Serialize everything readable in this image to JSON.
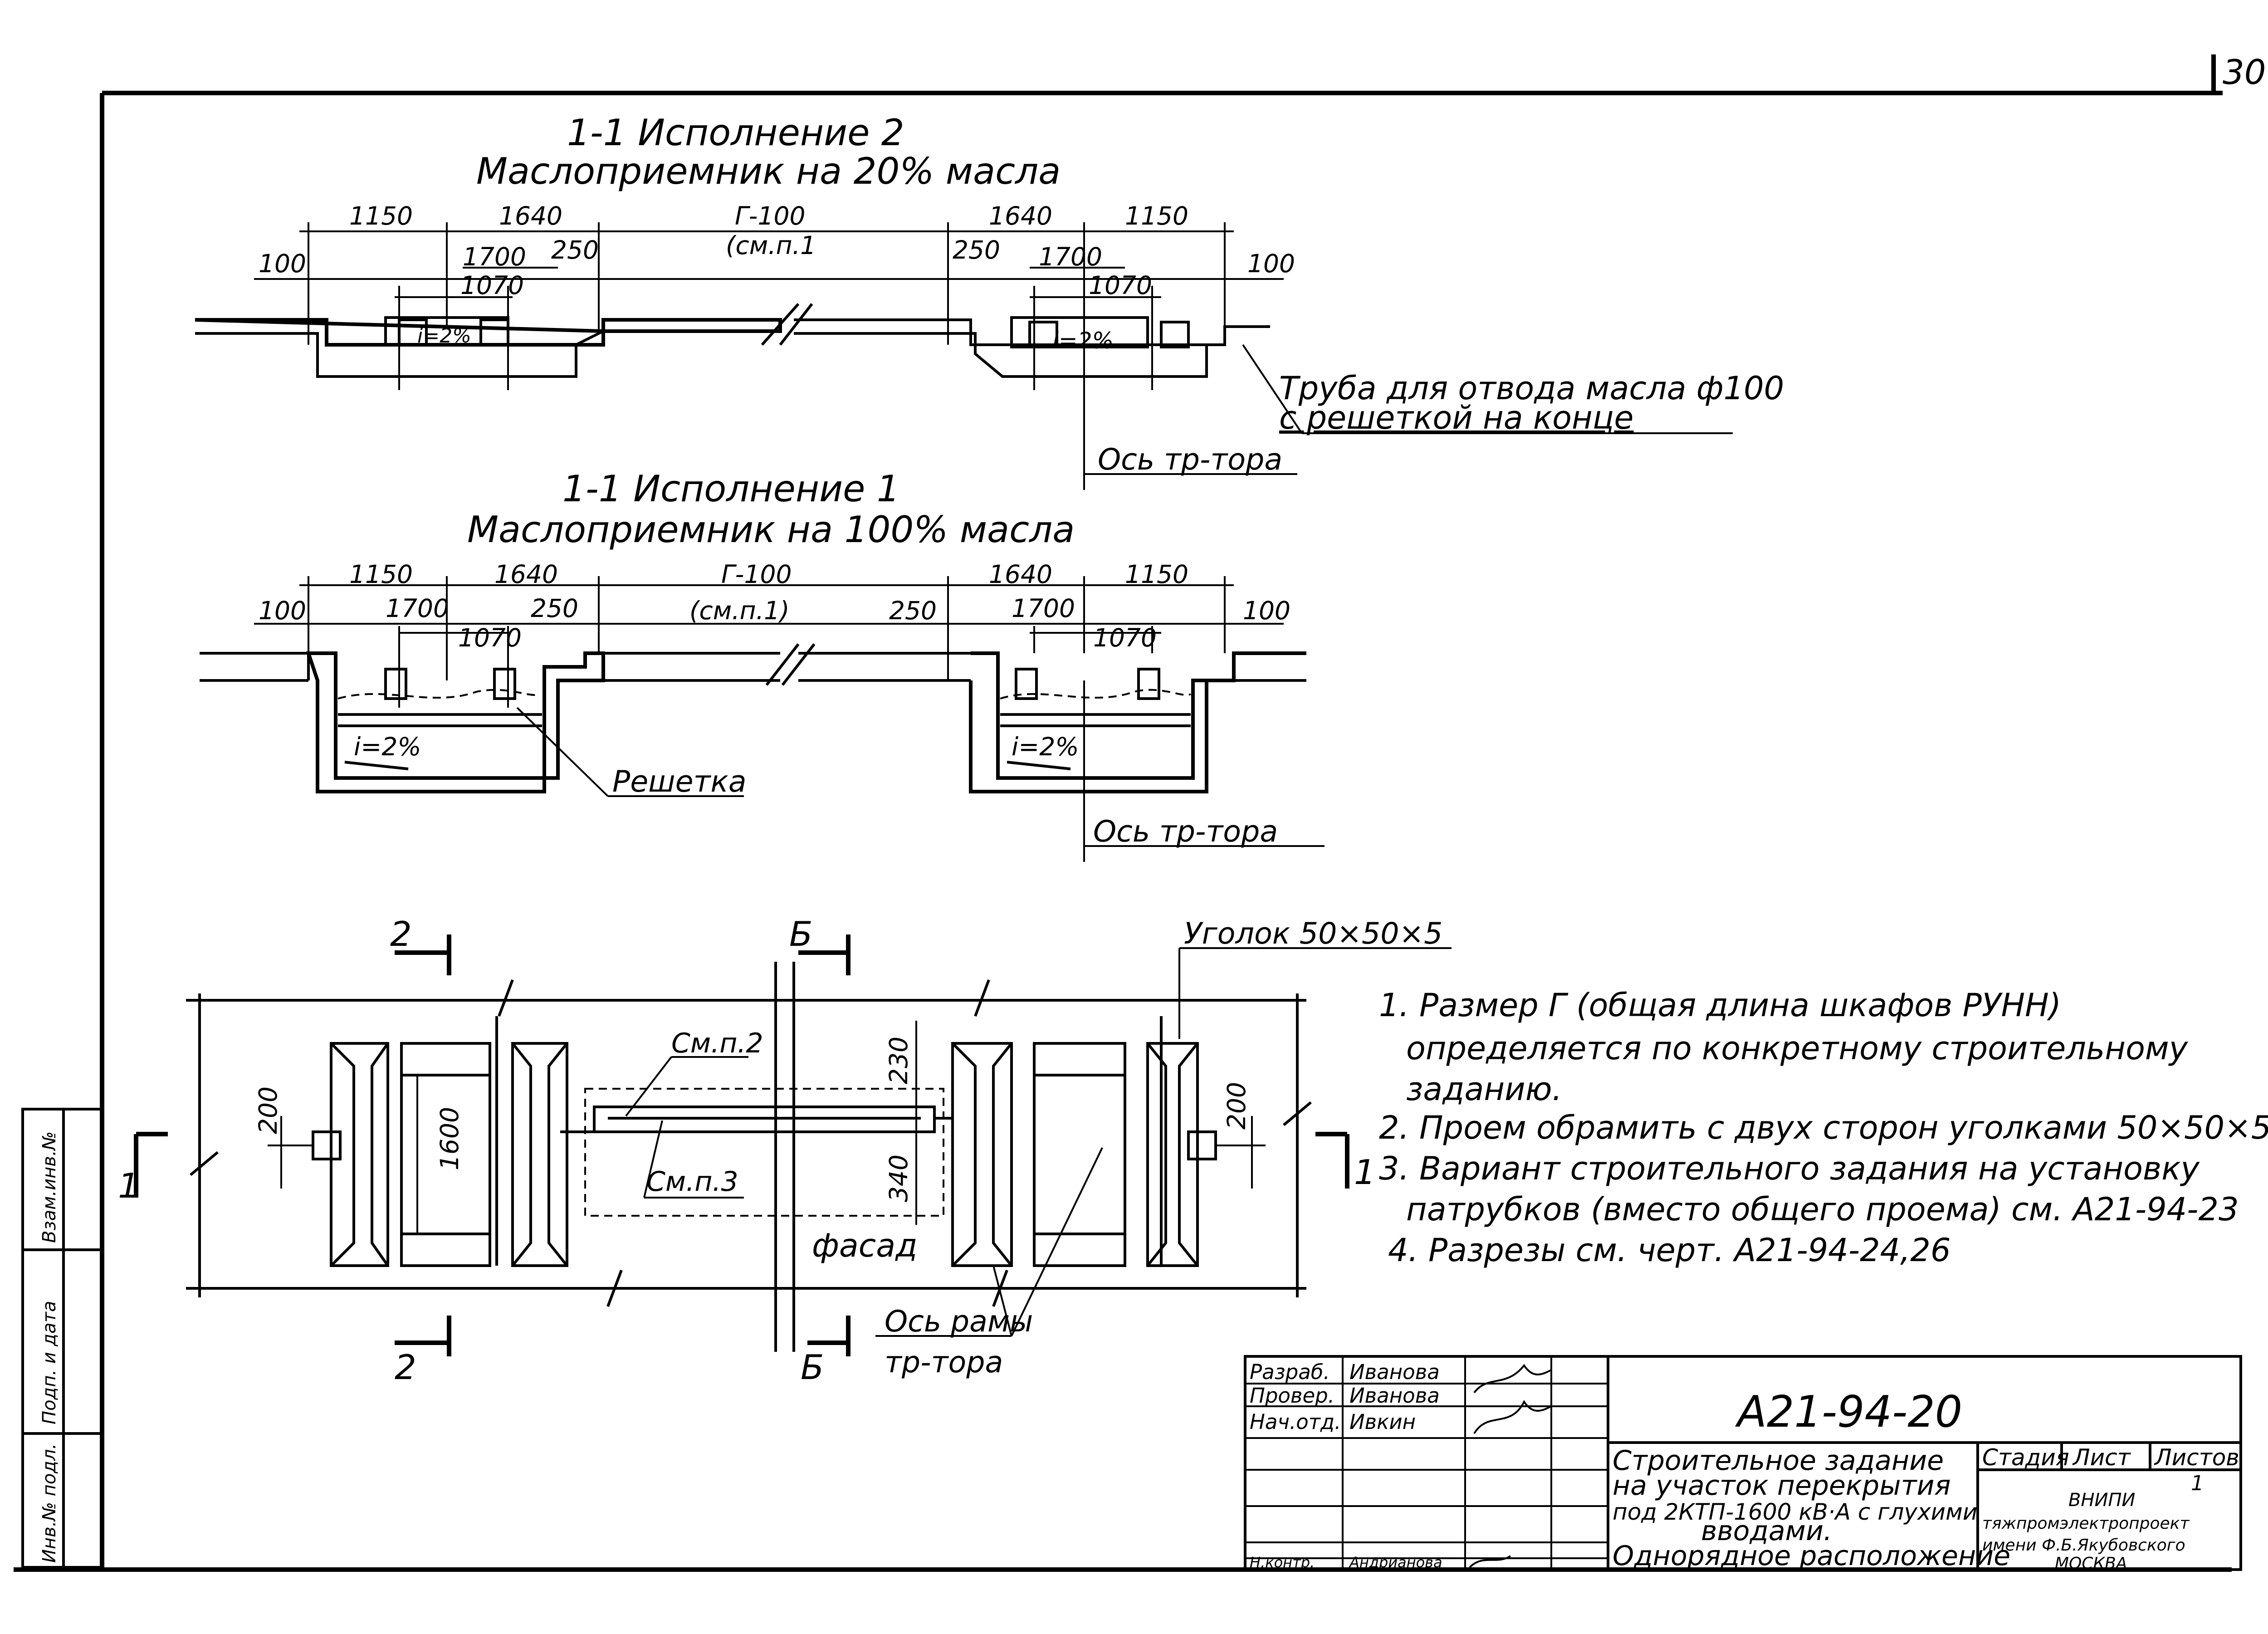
{
  "sheet": {
    "page_number": "30"
  },
  "section_v2": {
    "title1": "1-1 Исполнение 2",
    "title2": "Маслоприемник на 20% масла",
    "dims": {
      "d1150": "1150",
      "d1640": "1640",
      "dG": "Г-100",
      "dGnote": "(см.п.1",
      "d100": "100",
      "d1700": "1700",
      "d1070": "1070",
      "d250": "250"
    },
    "slope": "i=2%",
    "pipe_note1": "Труба для отвода масла ф100",
    "pipe_note2": "с решеткой на конце",
    "axis": "Ось тр-тора"
  },
  "section_v1": {
    "title1": "1-1 Исполнение 1",
    "title2": "Маслоприемник на 100% масла",
    "dims": {
      "d1150": "1150",
      "d1640": "1640",
      "dG": "Г-100",
      "dGnote": "(см.п.1)",
      "d100": "100",
      "d1700": "1700",
      "d1070": "1070",
      "d250": "250"
    },
    "slope": "i=2%",
    "grate": "Решетка",
    "axis": "Ось тр-тора"
  },
  "plan": {
    "cut2": "2",
    "cutB": "Б",
    "cut1": "1",
    "angle_note": "Уголок 50×50×5",
    "ref_p2": "См.п.2",
    "ref_p3": "См.п.3",
    "facade": "фасад",
    "frame_axis1": "Ось рамы",
    "frame_axis2": "тр-тора",
    "d1600": "1600",
    "d200": "200",
    "d230": "230",
    "d340": "340"
  },
  "notes": [
    "1. Размер Г (общая длина шкафов РУНН)",
    "определяется по конкретному строительному",
    "заданию.",
    "2. Проем обрамить с двух сторон уголками 50×50×5.",
    "3. Вариант строительного задания на установку",
    "патрубков (вместо общего проема) см. А21-94-23",
    "4. Разрезы см. черт. А21-94-24,26"
  ],
  "margin": {
    "inv_sub": "Взам.инв.№",
    "date": "Подп. и дата",
    "inv_orig": "Инв.№ подл."
  },
  "title_block": {
    "doc_code": "А21-94-20",
    "rows": [
      {
        "role": "Разраб.",
        "name": "Иванова"
      },
      {
        "role": "Провер.",
        "name": "Иванова"
      },
      {
        "role": "Нач.отд.",
        "name": "Ивкин"
      },
      {
        "role": "Н.контр.",
        "name": "Андрианова"
      }
    ],
    "title_lines": [
      "Строительное задание",
      "на участок перекрытия",
      "под 2КТП-1600 кВ·А с глухими",
      "вводами.",
      "Однорядное расположение"
    ],
    "stage_label": "Стадия",
    "sheet_label": "Лист",
    "sheets_label": "Листов",
    "sheets_value": "1",
    "org_lines": [
      "ВНИПИ",
      "тяжпромэлектропроект",
      "имени Ф.Б.Якубовского",
      "МОСКВА"
    ]
  }
}
